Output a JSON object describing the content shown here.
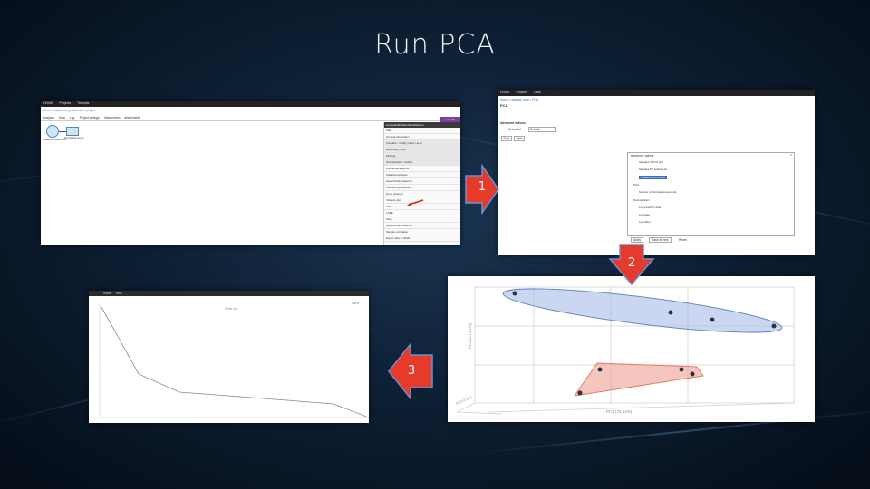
{
  "slide": {
    "title": "Run PCA"
  },
  "steps": [
    {
      "number": "1"
    },
    {
      "number": "2"
    },
    {
      "number": "3"
    }
  ],
  "colors": {
    "arrow_fill": "#e63a2a",
    "arrow_stroke": "#6a8fd8",
    "background": "#0b1a2c"
  },
  "screenshot1": {
    "topbar_items": [
      "HOME",
      "Projects",
      "Tutorials"
    ],
    "breadcrumb": "Home > Label-free_proteomics > project",
    "tabs": [
      "Analyses",
      "Data",
      "Log",
      "Project settings",
      "Attachments",
      "Attachments"
    ],
    "node1_label": "Label-free quant data",
    "node2_label": "Normalized counts",
    "panel_header": "List Quantification/Identification",
    "menu_items": [
      "Task",
      "General information",
      "Annotate / modify matrix / as.m",
      "Exploratory tools",
      "Filtering",
      "Normalization / scaling",
      "Differential analysis",
      "Statistical analysis",
      "Hierarchical clustering",
      "Partitioning clustering",
      "Gene ontology",
      "Volcano plot",
      "PCA",
      "t-SNE",
      "Venn",
      "Hierarchical clustering",
      "Sample correlation",
      "Export data to HTML"
    ],
    "action_button": "Launch"
  },
  "screenshot2": {
    "topbar_items": [
      "HOME",
      "Projects",
      "Data"
    ],
    "breadcrumb": "Home > analysis_data > PCA",
    "heading": "PCA",
    "section": "Advanced options",
    "select_label": "Select set",
    "select_value": "Default",
    "buttons": [
      "Back",
      "Table"
    ],
    "panel_title": "Advanced options",
    "rows": [
      "Samples to PCA plot",
      "Samples PC scatter plot",
      "Features to PCA plot",
      "PCA",
      "Number of principal components",
      "Normalization",
      "Log transform data",
      "Log base",
      "Log offset"
    ],
    "footer_buttons": [
      "Apply",
      "Save as new",
      "Reset"
    ]
  },
  "screenshot3": {
    "topbar_items": [
      "Home",
      "Help"
    ],
    "plot_label": "Scree plot",
    "corner_label": "100%"
  },
  "screenshot4": {
    "ylabel": "PC2 (17.82%)",
    "xlabel": "PC1 (76.64%)",
    "zlabel": "PC3 (1.6%)"
  }
}
